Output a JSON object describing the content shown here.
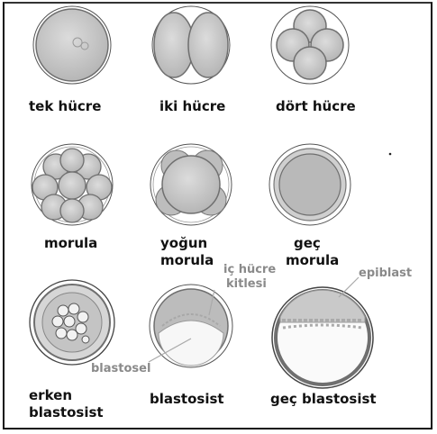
{
  "stages": [
    {
      "id": "tek-hucre",
      "label": "tek hücre"
    },
    {
      "id": "iki-hucre",
      "label": "iki hücre"
    },
    {
      "id": "dort-hucre",
      "label": "dört hücre"
    },
    {
      "id": "morula",
      "label": "morula"
    },
    {
      "id": "yogun-morula",
      "line1": "yoğun",
      "line2": "morula"
    },
    {
      "id": "gec-morula",
      "line1": "geç",
      "line2": "morula"
    },
    {
      "id": "erken-blastosist",
      "line1": "erken",
      "line2": "blastosist"
    },
    {
      "id": "blastosist",
      "label": "blastosist"
    },
    {
      "id": "gec-blastosist",
      "label": "geç blastosist"
    }
  ],
  "annotations": {
    "ic_hucre_line1": "iç hücre",
    "ic_hucre_line2": "kitlesi",
    "blastosel": "blastosel",
    "epiblast": "epiblast"
  },
  "colors": {
    "cell_fill": "#c9c9c9",
    "cell_stroke": "#6f6f6f",
    "zona": "#444444",
    "annotation_text": "#8a8a8a",
    "frame": "#111111"
  }
}
